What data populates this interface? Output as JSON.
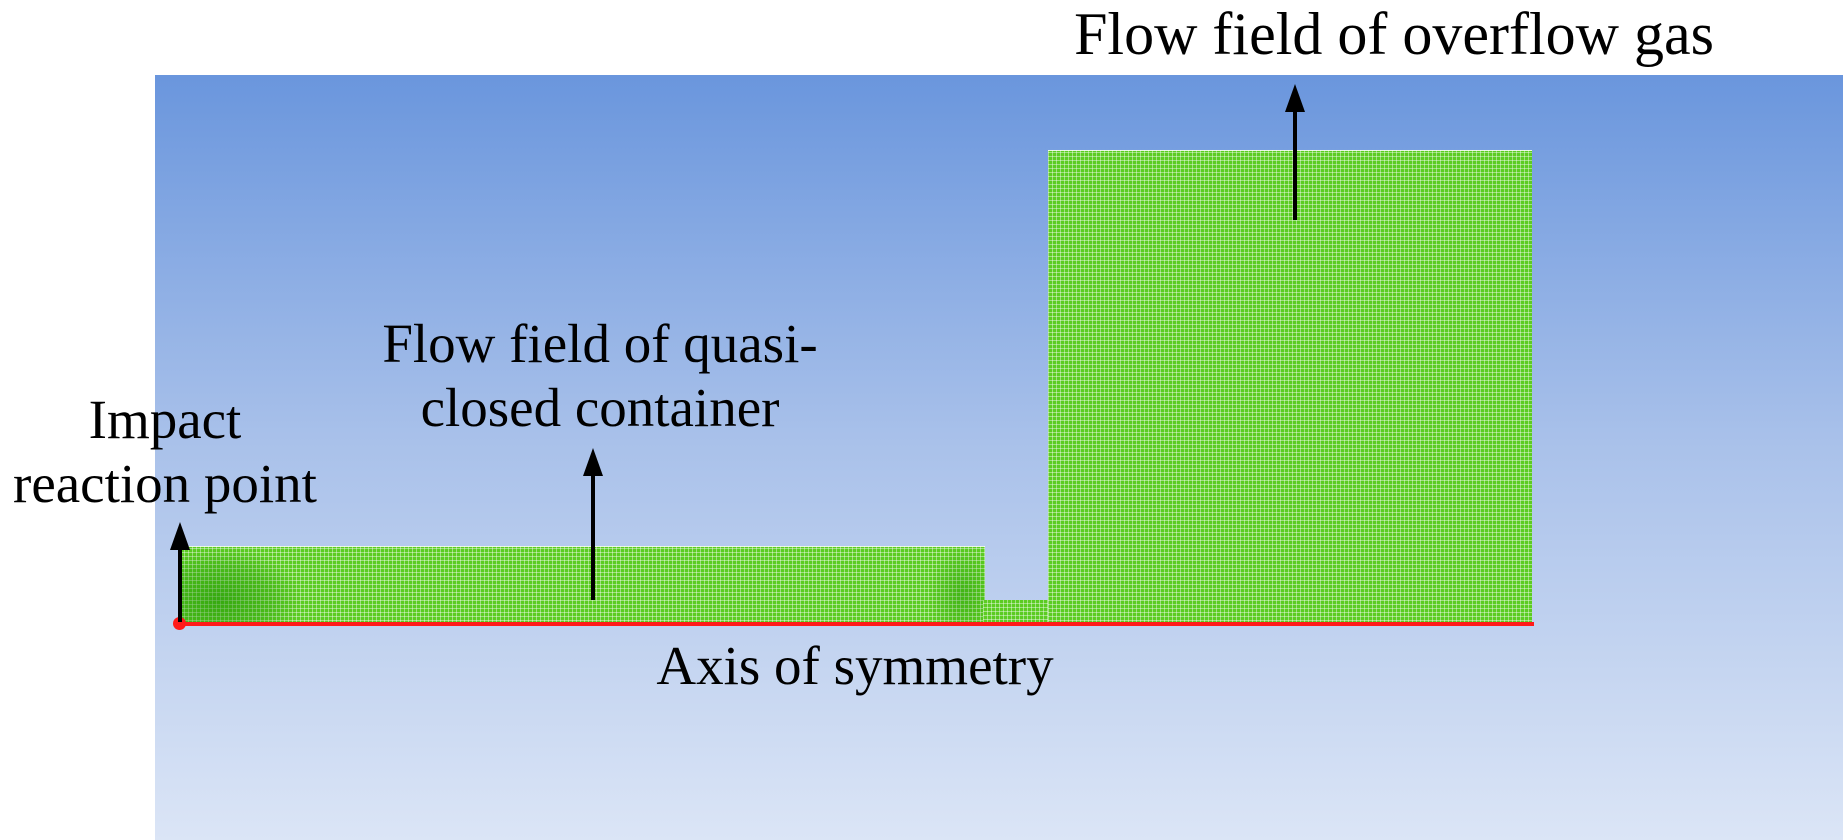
{
  "figure": {
    "labels": {
      "overflow_gas": "Flow field of overflow gas",
      "quasi_closed_line1": "Flow field of quasi-",
      "quasi_closed_line2": "closed container",
      "impact_line1": "Impact",
      "impact_line2": "reaction point",
      "axis_of_symmetry": "Axis of symmetry"
    },
    "colors": {
      "mesh_green": "#5ccc22",
      "axis_red": "#ff1a1a",
      "background_top": "#6a96dd",
      "background_bottom": "#dbe5f6",
      "arrow_black": "#000000"
    }
  }
}
